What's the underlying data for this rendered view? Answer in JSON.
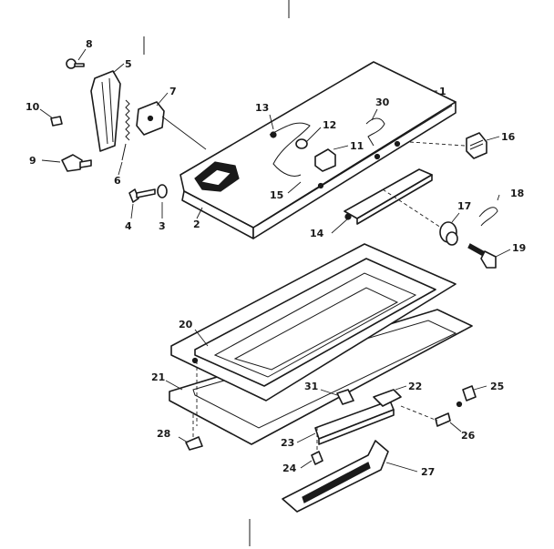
{
  "diagram": {
    "callouts": {
      "c1": "1",
      "c2": "2",
      "c3": "3",
      "c4": "4",
      "c5": "5",
      "c6": "6",
      "c7": "7",
      "c8": "8",
      "c9": "9",
      "c10": "10",
      "c11": "11",
      "c12": "12",
      "c13": "13",
      "c14": "14",
      "c15": "15",
      "c16": "16",
      "c17": "17",
      "c18a": "18",
      "c18b": "18",
      "c19": "19",
      "c20": "20",
      "c21": "21",
      "c22": "22",
      "c23": "23",
      "c24": "24",
      "c25": "25",
      "c26": "26",
      "c27": "27",
      "c28": "28",
      "c30": "30",
      "c31": "31"
    }
  }
}
